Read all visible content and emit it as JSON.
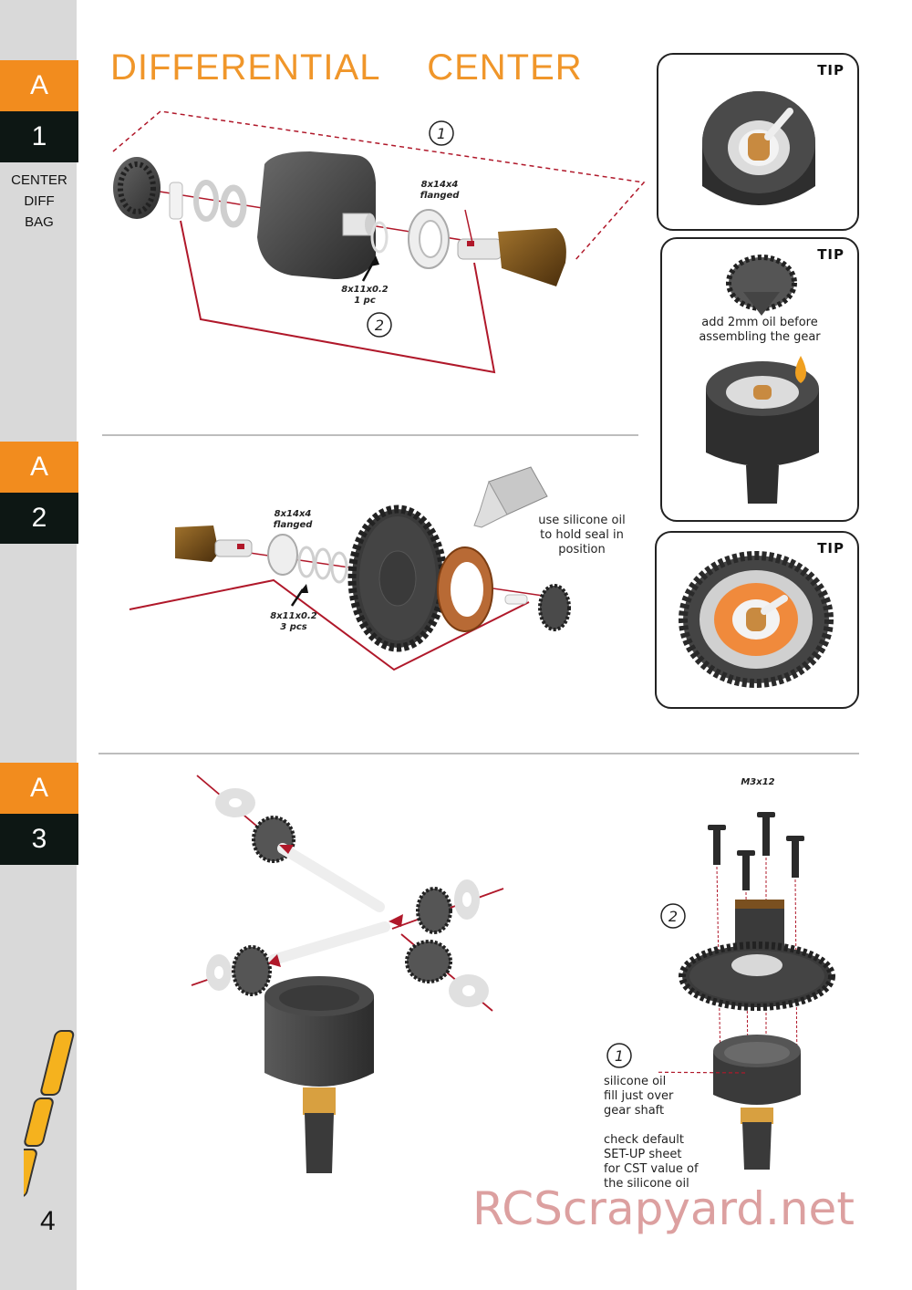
{
  "title": "DIFFERENTIAL  CENTER",
  "sidebar": {
    "steps": [
      {
        "letter": "A",
        "number": "1"
      },
      {
        "letter": "A",
        "number": "2"
      },
      {
        "letter": "A",
        "number": "3"
      }
    ],
    "bag_label": [
      "CENTER",
      "DIFF",
      "BAG"
    ],
    "page_number": "4"
  },
  "step1": {
    "bearing_label": [
      "8x14x4",
      "flanged"
    ],
    "shim_label": [
      "8x11x0.2",
      "1 pc"
    ],
    "markers": [
      "1",
      "2"
    ]
  },
  "step2": {
    "bearing_label": [
      "8x14x4",
      "flanged"
    ],
    "shim_label": [
      "8x11x0.2",
      "3 pcs"
    ],
    "note": [
      "use silicone oil",
      "to hold seal in",
      "position"
    ]
  },
  "step3": {
    "screw_label": "M3x12",
    "markers": [
      "2",
      "1"
    ],
    "note1": [
      "silicone oil",
      "fill just over",
      "gear shaft"
    ],
    "note2": [
      "check default",
      "SET-UP sheet",
      "for CST value of",
      "the silicone oil"
    ]
  },
  "tips": [
    {
      "label": "TIP"
    },
    {
      "label": "TIP",
      "note": [
        "add 2mm oil before",
        "assembling the gear"
      ]
    },
    {
      "label": "TIP"
    }
  ],
  "watermark": "RCScrapyard.net",
  "colors": {
    "accent": "#f28c1e",
    "dark": "#0d1714",
    "sidebar": "#d9d9d9",
    "assembly_line": "#b0182a"
  }
}
